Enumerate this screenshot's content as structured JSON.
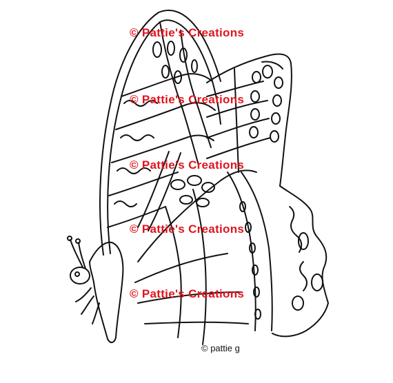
{
  "watermark": {
    "text": "© Pattie's Creations",
    "color": "#e0141e",
    "count": 5
  },
  "signature": "© pattie g",
  "colors": {
    "line": "#111111",
    "background": "#ffffff"
  }
}
